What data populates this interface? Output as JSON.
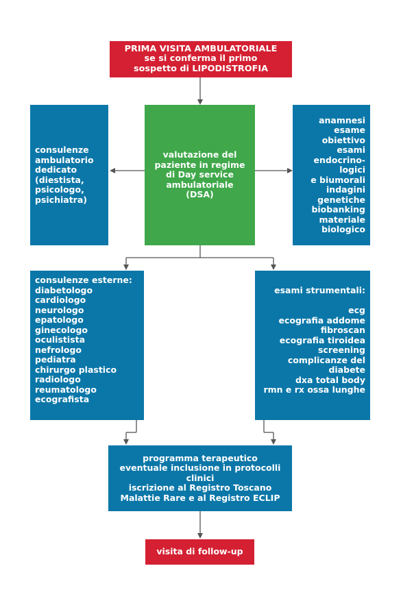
{
  "nodes": {
    "first_visit": {
      "lines": [
        "PRIMA VISITA AMBULATORIALE",
        "se si conferma il primo",
        "sospetto di LIPODISTROFIA"
      ]
    },
    "dsa_evaluation": {
      "lines": [
        "valutazione del",
        "paziente in regime",
        "di Day service",
        "ambulatoriale",
        "(DSA)"
      ]
    },
    "dedicated_consults": {
      "lines": [
        "consulenze",
        "ambulatorio",
        "dedicato",
        "(diestista,",
        "psicologo,",
        "psichiatra)"
      ]
    },
    "lab_tests": {
      "lines": [
        "anamnesi",
        "esame",
        "obiettivo",
        "esami",
        "endocrino-",
        "logici",
        "e biumorali",
        "indagini",
        "genetiche",
        "biobanking",
        "materiale",
        "biologico"
      ]
    },
    "external_consults": {
      "lines": [
        "consulenze esterne:",
        "diabetologo",
        "cardiologo",
        "neurologo",
        "epatologo",
        "ginecologo",
        "oculistista",
        "nefrologo",
        "pediatra",
        "chirurgo plastico",
        "radiologo",
        "reumatologo",
        "ecografista"
      ]
    },
    "instrumental_exams": {
      "lines": [
        "esami strumentali:",
        "",
        "ecg",
        "ecografia addome",
        "fibroscan",
        "ecografia tiroidea",
        "screening",
        "complicanze del",
        "diabete",
        "dxa total body",
        "rmn e rx ossa lunghe"
      ]
    },
    "therapy_program": {
      "lines": [
        "programma terapeutico",
        "eventuale inclusione in protocolli",
        "clinici",
        "iscrizione al Registro Toscano",
        "Malattie Rare e al Registro ECLIP"
      ]
    },
    "follow_up": {
      "lines": [
        "visita di follow-up"
      ]
    }
  },
  "colors": {
    "red": "#d42032",
    "blue": "#0b77a8",
    "green": "#40a84a",
    "connector": "#555555",
    "text": "#ffffff"
  }
}
